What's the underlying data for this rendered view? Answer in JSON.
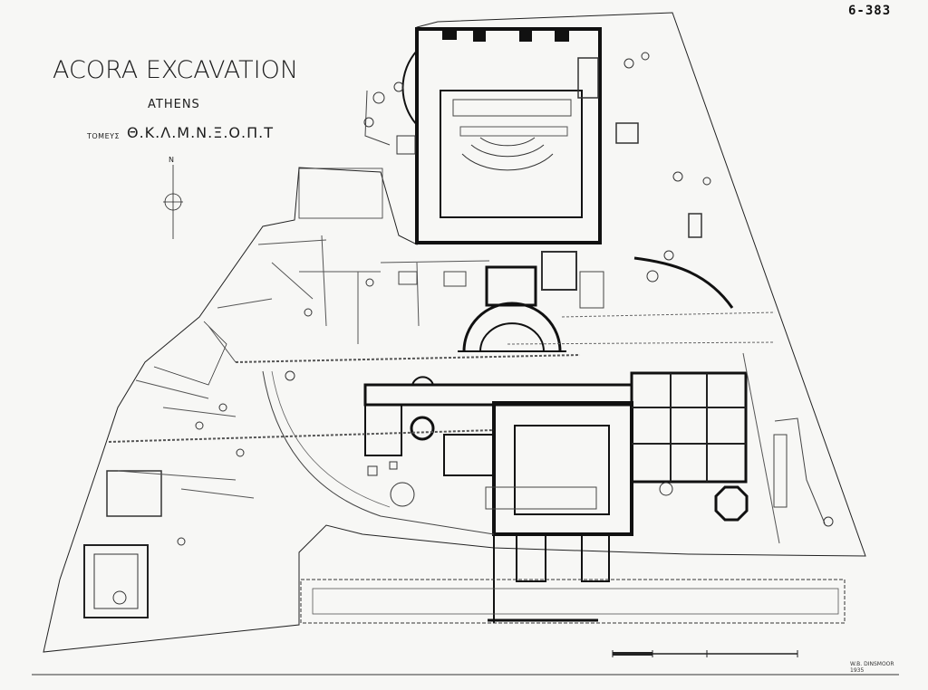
{
  "drawing": {
    "sheet_code": "6-383",
    "title": "ACORA EXCAVATION",
    "subtitle": "ATHENS",
    "sector_label": "ΤΟΜΕΥΣ",
    "sector_letters": "Θ.Κ.Λ.Μ.Ν.Ξ.Ο.Π.Τ",
    "north": "N",
    "signature_line1": "W.B. DINSMOOR",
    "signature_line2": "1935"
  },
  "colors": {
    "ink": "#1a1a1a",
    "paper": "#f7f7f5"
  },
  "icons": {
    "north_arrow": "north-arrow-icon",
    "scale_bar": "scale-bar-icon"
  }
}
